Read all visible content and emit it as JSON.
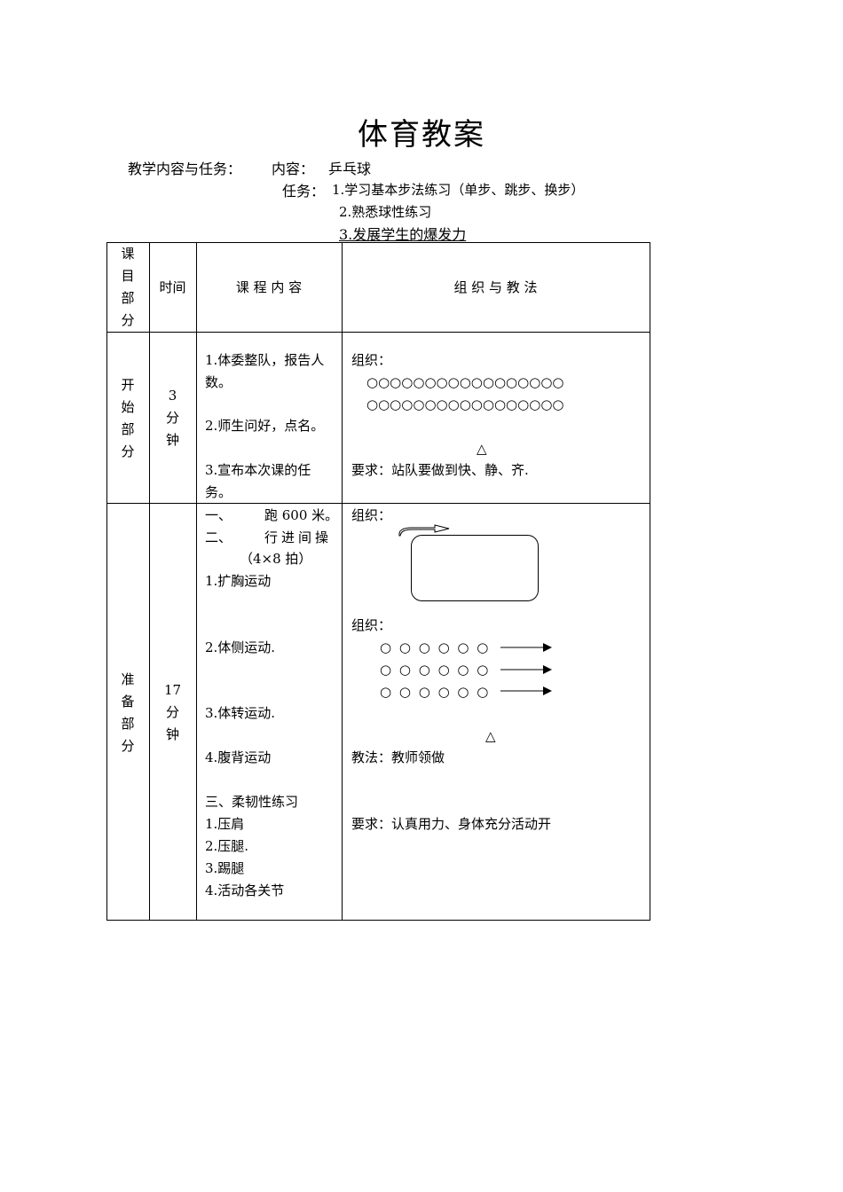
{
  "title": "体育教案",
  "header": {
    "content_label": "教学内容与任务：",
    "content_key": "内容：",
    "content_value": "乒乓球",
    "task_key": "任务：",
    "tasks": [
      "1.学习基本步法练习（单步、跳步、换步）",
      "2.熟悉球性练习",
      "3.发展学生的爆发力"
    ]
  },
  "table": {
    "headers": {
      "section": [
        "课",
        "目",
        "部",
        "分"
      ],
      "time": "时间",
      "content": "课 程 内 容",
      "method": "组 织 与 教 法"
    },
    "rows": [
      {
        "section": [
          "开",
          "始",
          "部",
          "分"
        ],
        "time": [
          "3",
          "分",
          "钟"
        ],
        "content": [
          "1.体委整队，报告人",
          "数。",
          "2.师生问好，点名。",
          "3.宣布本次课的任",
          "务。"
        ],
        "method": {
          "org_label": "组织：",
          "circle_rows": [
            "○○○○○○○○○○○○○○○○○",
            "○○○○○○○○○○○○○○○○○"
          ],
          "teacher": "△",
          "requirement": "要求：站队要做到快、静、齐."
        }
      },
      {
        "section": [
          "准",
          "备",
          "部",
          "分"
        ],
        "time": [
          "17",
          "分",
          "钟"
        ],
        "content": {
          "item1_num": "一、",
          "item1_text": "跑 600 米。",
          "item2_num": "二、",
          "item2_text": "行进间操",
          "item2_sub": "（4×8 拍）",
          "exercises": [
            "1.扩胸运动",
            "2.体侧运动.",
            "3.体转运动.",
            "4.腹背运动"
          ],
          "item3": "三、柔韧性练习",
          "stretches": [
            "1.压肩",
            "2.压腿.",
            "3.踢腿",
            "4.活动各关节"
          ]
        },
        "method": {
          "org_label1": "组织：",
          "org_label2": "组织：",
          "circle_rows": [
            "○ ○ ○ ○ ○ ○",
            "○ ○ ○ ○ ○ ○",
            "○ ○ ○ ○ ○ ○"
          ],
          "teacher": "△",
          "teaching": "教法：教师领做",
          "requirement": "要求：认真用力、身体充分活动开"
        }
      }
    ]
  }
}
